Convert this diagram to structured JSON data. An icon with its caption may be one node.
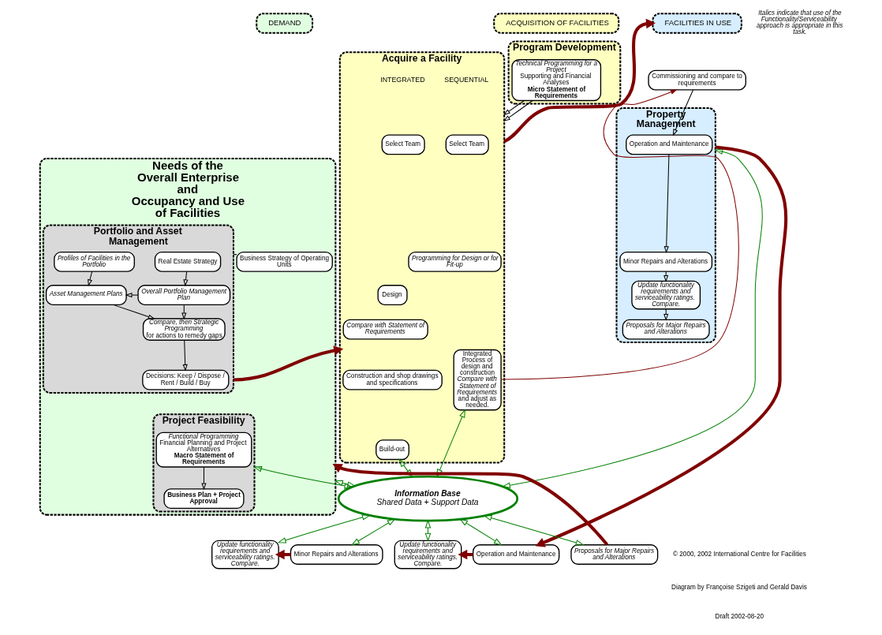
{
  "diagram": {
    "nodes": [
      {
        "text": [
          "DEMAND"
        ]
      },
      {
        "text": [
          "Needs of the Overall Enterprise",
          "and",
          "Occupancy and Use of Facilities"
        ]
      },
      {
        "text": [
          "Business Strategy of Operating Units"
        ],
        "in": 1
      },
      {
        "text": [
          "Portfolio and Asset Management"
        ],
        "in": 1
      },
      {
        "text": [
          "Real Estate Strategy"
        ],
        "in": 3
      },
      {
        "text": [
          "Profiles of Facilities in the Portfolio"
        ],
        "in": 3
      },
      {
        "text": [
          "Overall Portfolio Management Plan"
        ],
        "in": 3
      },
      {
        "text": [
          "Asset Management Plans"
        ],
        "in": 3
      },
      {
        "text": [
          "Compare, then Strategic Programming",
          "for actions to remedy gaps"
        ],
        "in": 3
      },
      {
        "text": [
          "Decisions: Keep / Dispose / Rent / Build / Buy"
        ],
        "in": 3
      },
      {
        "text": [
          "Project Feasibility"
        ],
        "in": 1
      },
      {
        "text": [
          "Functional Programming",
          "Financial Planning and Project Alternatives",
          "Macro Statement of Requirements"
        ],
        "in": 10
      },
      {
        "text": [
          "Business Plan + Project Approval"
        ],
        "in": 10
      },
      {
        "text": [
          "ACQUISITION OF FACILITIES"
        ]
      },
      {
        "text": [
          "Program Development"
        ]
      },
      {
        "text": [
          "Technical Programming for a Project",
          "Supporting and Financial Analyses",
          "Micro Statement of Requirements"
        ],
        "in": 14
      },
      {
        "text": [
          "Acquire a Facility"
        ]
      },
      {
        "text": [
          "Select Team"
        ],
        "in": 16
      },
      {
        "text": [
          "Programming for Design or for Fit-up"
        ],
        "in": 16
      },
      {
        "text": [
          "Design"
        ],
        "in": 16
      },
      {
        "text": [
          "Compare with Statement of Requirements"
        ],
        "in": 16
      },
      {
        "text": [
          "Construction and shop drawings and specifications"
        ],
        "in": 16
      },
      {
        "text": [
          "Build-out"
        ],
        "in": 16
      },
      {
        "text": [
          "Select Team"
        ],
        "in": 16
      },
      {
        "text": [
          "Integrated Process of design and construction",
          "Compare with Statement of Requirements",
          "and adjust as needed."
        ],
        "in": 16
      },
      {
        "text": [
          "FACILITIES IN USE"
        ]
      },
      {
        "text": [
          "Property Management"
        ]
      },
      {
        "text": [
          "Commissioning and compare to requirements"
        ]
      },
      {
        "text": [
          "Operation and Maintenance"
        ],
        "in": 26
      },
      {
        "text": [
          "Minor Repairs and Alterations"
        ],
        "in": 26
      },
      {
        "text": [
          "Update functionality requirements and serviceability ratings.  Compare."
        ],
        "in": 26
      },
      {
        "text": [
          "Proposals for Major Repairs and Alterations"
        ],
        "in": 26
      },
      {
        "text": [
          "Information Base",
          "Shared Data + Support Data"
        ]
      },
      {
        "text": [
          "Proposals for Major Repairs and Alterations"
        ]
      },
      {
        "text": [
          "Update functionality requirements and serviceability ratings. Compare."
        ]
      },
      {
        "text": [
          "Minor Repairs and Alterations"
        ]
      },
      {
        "text": [
          "Update functionality requirements and serviceability ratings. Compare."
        ]
      },
      {
        "text": [
          "Operation and Maintenance"
        ]
      }
    ],
    "edges": [
      {
        "from": 2,
        "to": 3,
        "arrow": "none"
      },
      {
        "from": 4,
        "to": 6,
        "arrow": "to"
      },
      {
        "from": 5,
        "to": 7,
        "arrow": "to"
      },
      {
        "from": 6,
        "to": 7,
        "arrow": "to"
      },
      {
        "from": 6,
        "to": 8,
        "arrow": "to"
      },
      {
        "from": 7,
        "to": 8,
        "arrow": "to"
      },
      {
        "from": 8,
        "to": 9,
        "arrow": "to"
      },
      {
        "from": 11,
        "to": 12,
        "arrow": "to"
      },
      {
        "from": 15,
        "to": 16,
        "arrow": "to"
      },
      {
        "from": 15,
        "to": 16,
        "arrow": "to"
      },
      {
        "from": 24,
        "to": 27,
        "arrow": "to",
        "color": "#800000"
      },
      {
        "from": 27,
        "to": 28,
        "arrow": "to"
      },
      {
        "from": 28,
        "to": 29,
        "arrow": "to"
      },
      {
        "from": 29,
        "to": 30,
        "arrow": "to"
      },
      {
        "from": 30,
        "to": 31,
        "arrow": "to"
      },
      {
        "from": 3,
        "to": 16,
        "arrow": "to",
        "style": "thick",
        "color": "#800000"
      },
      {
        "from": 16,
        "to": 25,
        "arrow": "to",
        "style": "thick",
        "color": "#800000"
      },
      {
        "from": 26,
        "to": 37,
        "arrow": "to",
        "style": "thick",
        "color": "#800000"
      },
      {
        "from": 37,
        "to": 36,
        "arrow": "to",
        "style": "thick",
        "color": "#800000"
      },
      {
        "from": 35,
        "to": 34,
        "arrow": "to",
        "style": "thick",
        "color": "#800000"
      },
      {
        "from": 33,
        "to": 1,
        "arrow": "to",
        "style": "thick",
        "color": "#800000"
      },
      {
        "from": 32,
        "to": 1,
        "arrow": "both",
        "color": "#008000"
      },
      {
        "from": 32,
        "to": 10,
        "arrow": "both",
        "color": "#008000"
      },
      {
        "from": 32,
        "to": 22,
        "arrow": "both",
        "color": "#008000"
      },
      {
        "from": 32,
        "to": 24,
        "arrow": "both",
        "color": "#008000"
      },
      {
        "from": 32,
        "to": 26,
        "arrow": "both",
        "color": "#008000"
      },
      {
        "from": 32,
        "to": 33,
        "arrow": "both",
        "color": "#008000"
      },
      {
        "from": 32,
        "to": 34,
        "arrow": "both",
        "color": "#008000"
      },
      {
        "from": 32,
        "to": 35,
        "arrow": "both",
        "color": "#008000"
      },
      {
        "from": 32,
        "to": 36,
        "arrow": "both",
        "color": "#008000"
      },
      {
        "from": 32,
        "to": 37,
        "arrow": "both",
        "color": "#008000"
      }
    ],
    "labels": [
      "Italics indicate that use of the Functionality/Serviceability approach is appropriate in this task.",
      "SEQUENTIAL",
      "INTEGRATED",
      "© 2000, 2002 International Centre for Facilities",
      "Diagram by Françoise Szigeti and Gerald Davis",
      "Draft 2002-08-20"
    ]
  }
}
